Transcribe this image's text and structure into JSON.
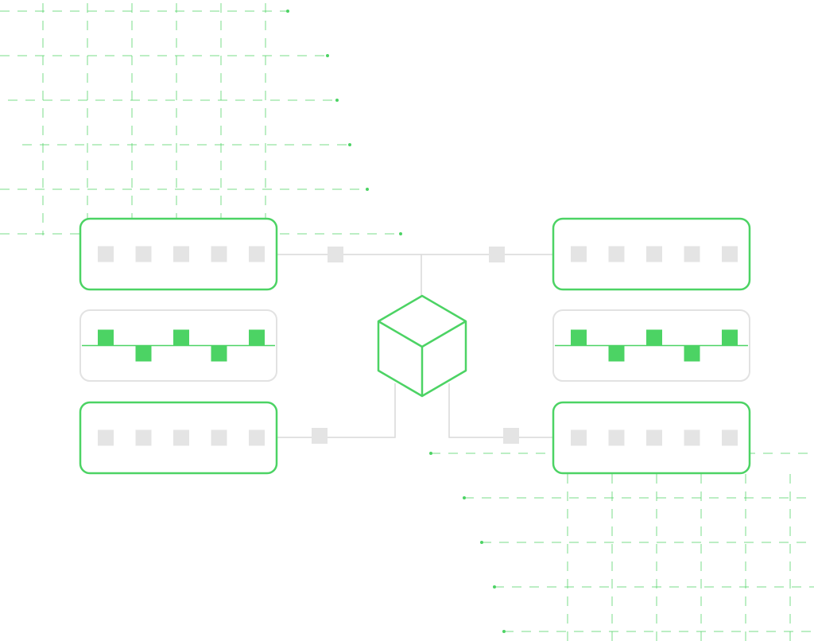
{
  "colors": {
    "accent": "#4cd364",
    "accent_fill": "#4cd364",
    "neutral_border": "#e2e2e2",
    "slot_fill": "#e4e4e4",
    "connector": "#d9d9d9",
    "grid": "#4cd364",
    "background": "#ffffff"
  },
  "icons": {
    "hub": "cube-icon",
    "endpoint": "dot-icon"
  },
  "panels": [
    {
      "id": "left-top",
      "variant": "slots",
      "highlighted": true,
      "slots": 5
    },
    {
      "id": "left-middle",
      "variant": "waveform",
      "highlighted": false,
      "pattern": [
        "up",
        "down",
        "up",
        "down",
        "up"
      ]
    },
    {
      "id": "left-bottom",
      "variant": "slots",
      "highlighted": true,
      "slots": 5
    },
    {
      "id": "right-top",
      "variant": "slots",
      "highlighted": true,
      "slots": 5
    },
    {
      "id": "right-middle",
      "variant": "waveform",
      "highlighted": false,
      "pattern": [
        "up",
        "down",
        "up",
        "down",
        "up"
      ]
    },
    {
      "id": "right-bottom",
      "variant": "slots",
      "highlighted": true,
      "slots": 5
    }
  ],
  "connections": [
    {
      "from": "hub",
      "to": "left-top"
    },
    {
      "from": "hub",
      "to": "right-top"
    },
    {
      "from": "hub",
      "to": "left-bottom"
    },
    {
      "from": "hub",
      "to": "right-bottom"
    }
  ]
}
